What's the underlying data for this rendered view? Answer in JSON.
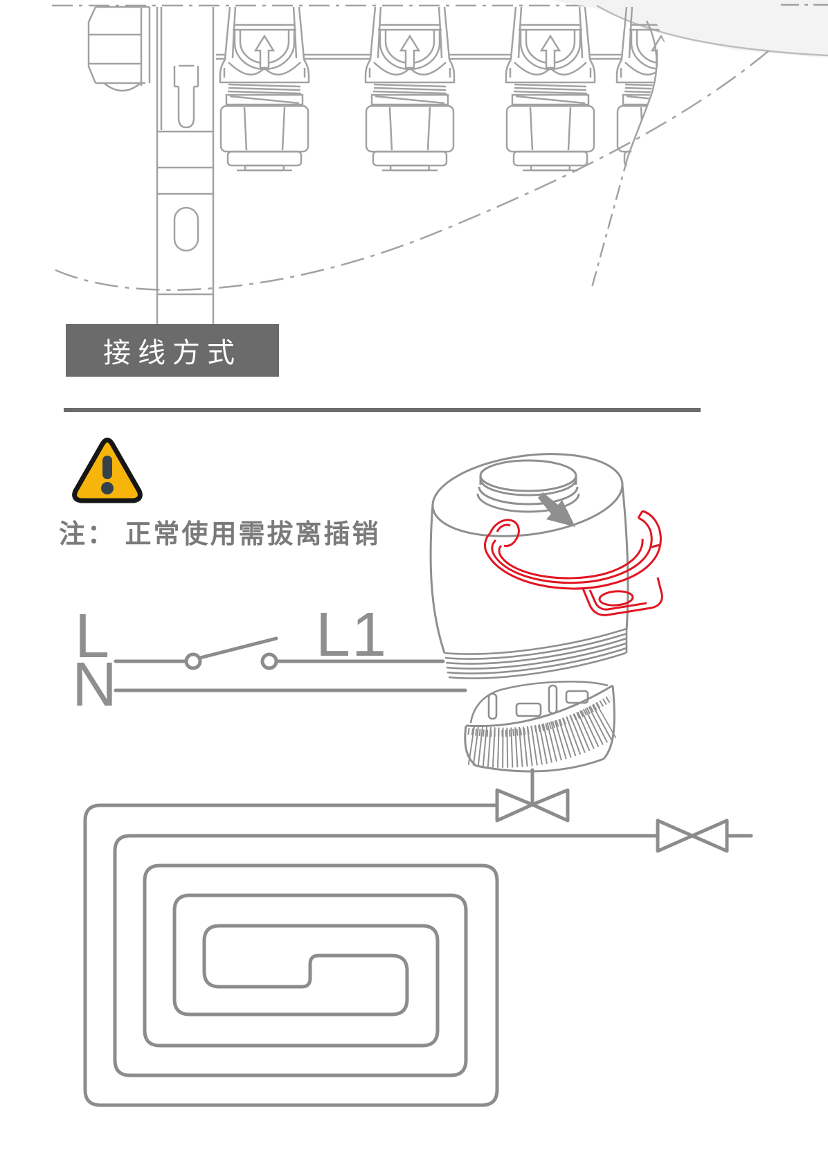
{
  "doc": {
    "type": "product-manual-page",
    "language": "zh-CN"
  },
  "section_header": {
    "label": "接线方式",
    "background": "#6b6b6b",
    "text_color": "#ffffff"
  },
  "note": {
    "text": "注： 正常使用需拔离插销",
    "color": "#7a7a7a"
  },
  "warning": {
    "icon": "warning-triangle-icon",
    "triangle_fill": "#f7b50c",
    "outline": "#161616",
    "mark_color": "#35424b"
  },
  "wiring_diagram": {
    "labels": {
      "live": "L",
      "neutral": "N",
      "switched_live": "L1"
    },
    "stroke_color": "#8c8c8c",
    "components": [
      "switch-symbol",
      "thermal-actuator",
      "valve-symbol",
      "valve-symbol",
      "floor-heating-coil"
    ]
  },
  "actuator": {
    "highlight_clip_color": "#e11622",
    "arrow_color": "#8f8f8f"
  },
  "manifold_illustration": {
    "stroke_color": "#a2a2a2",
    "port_count": 4,
    "port_badge": "up-arrow",
    "shade_color": "#f3f3f3"
  }
}
